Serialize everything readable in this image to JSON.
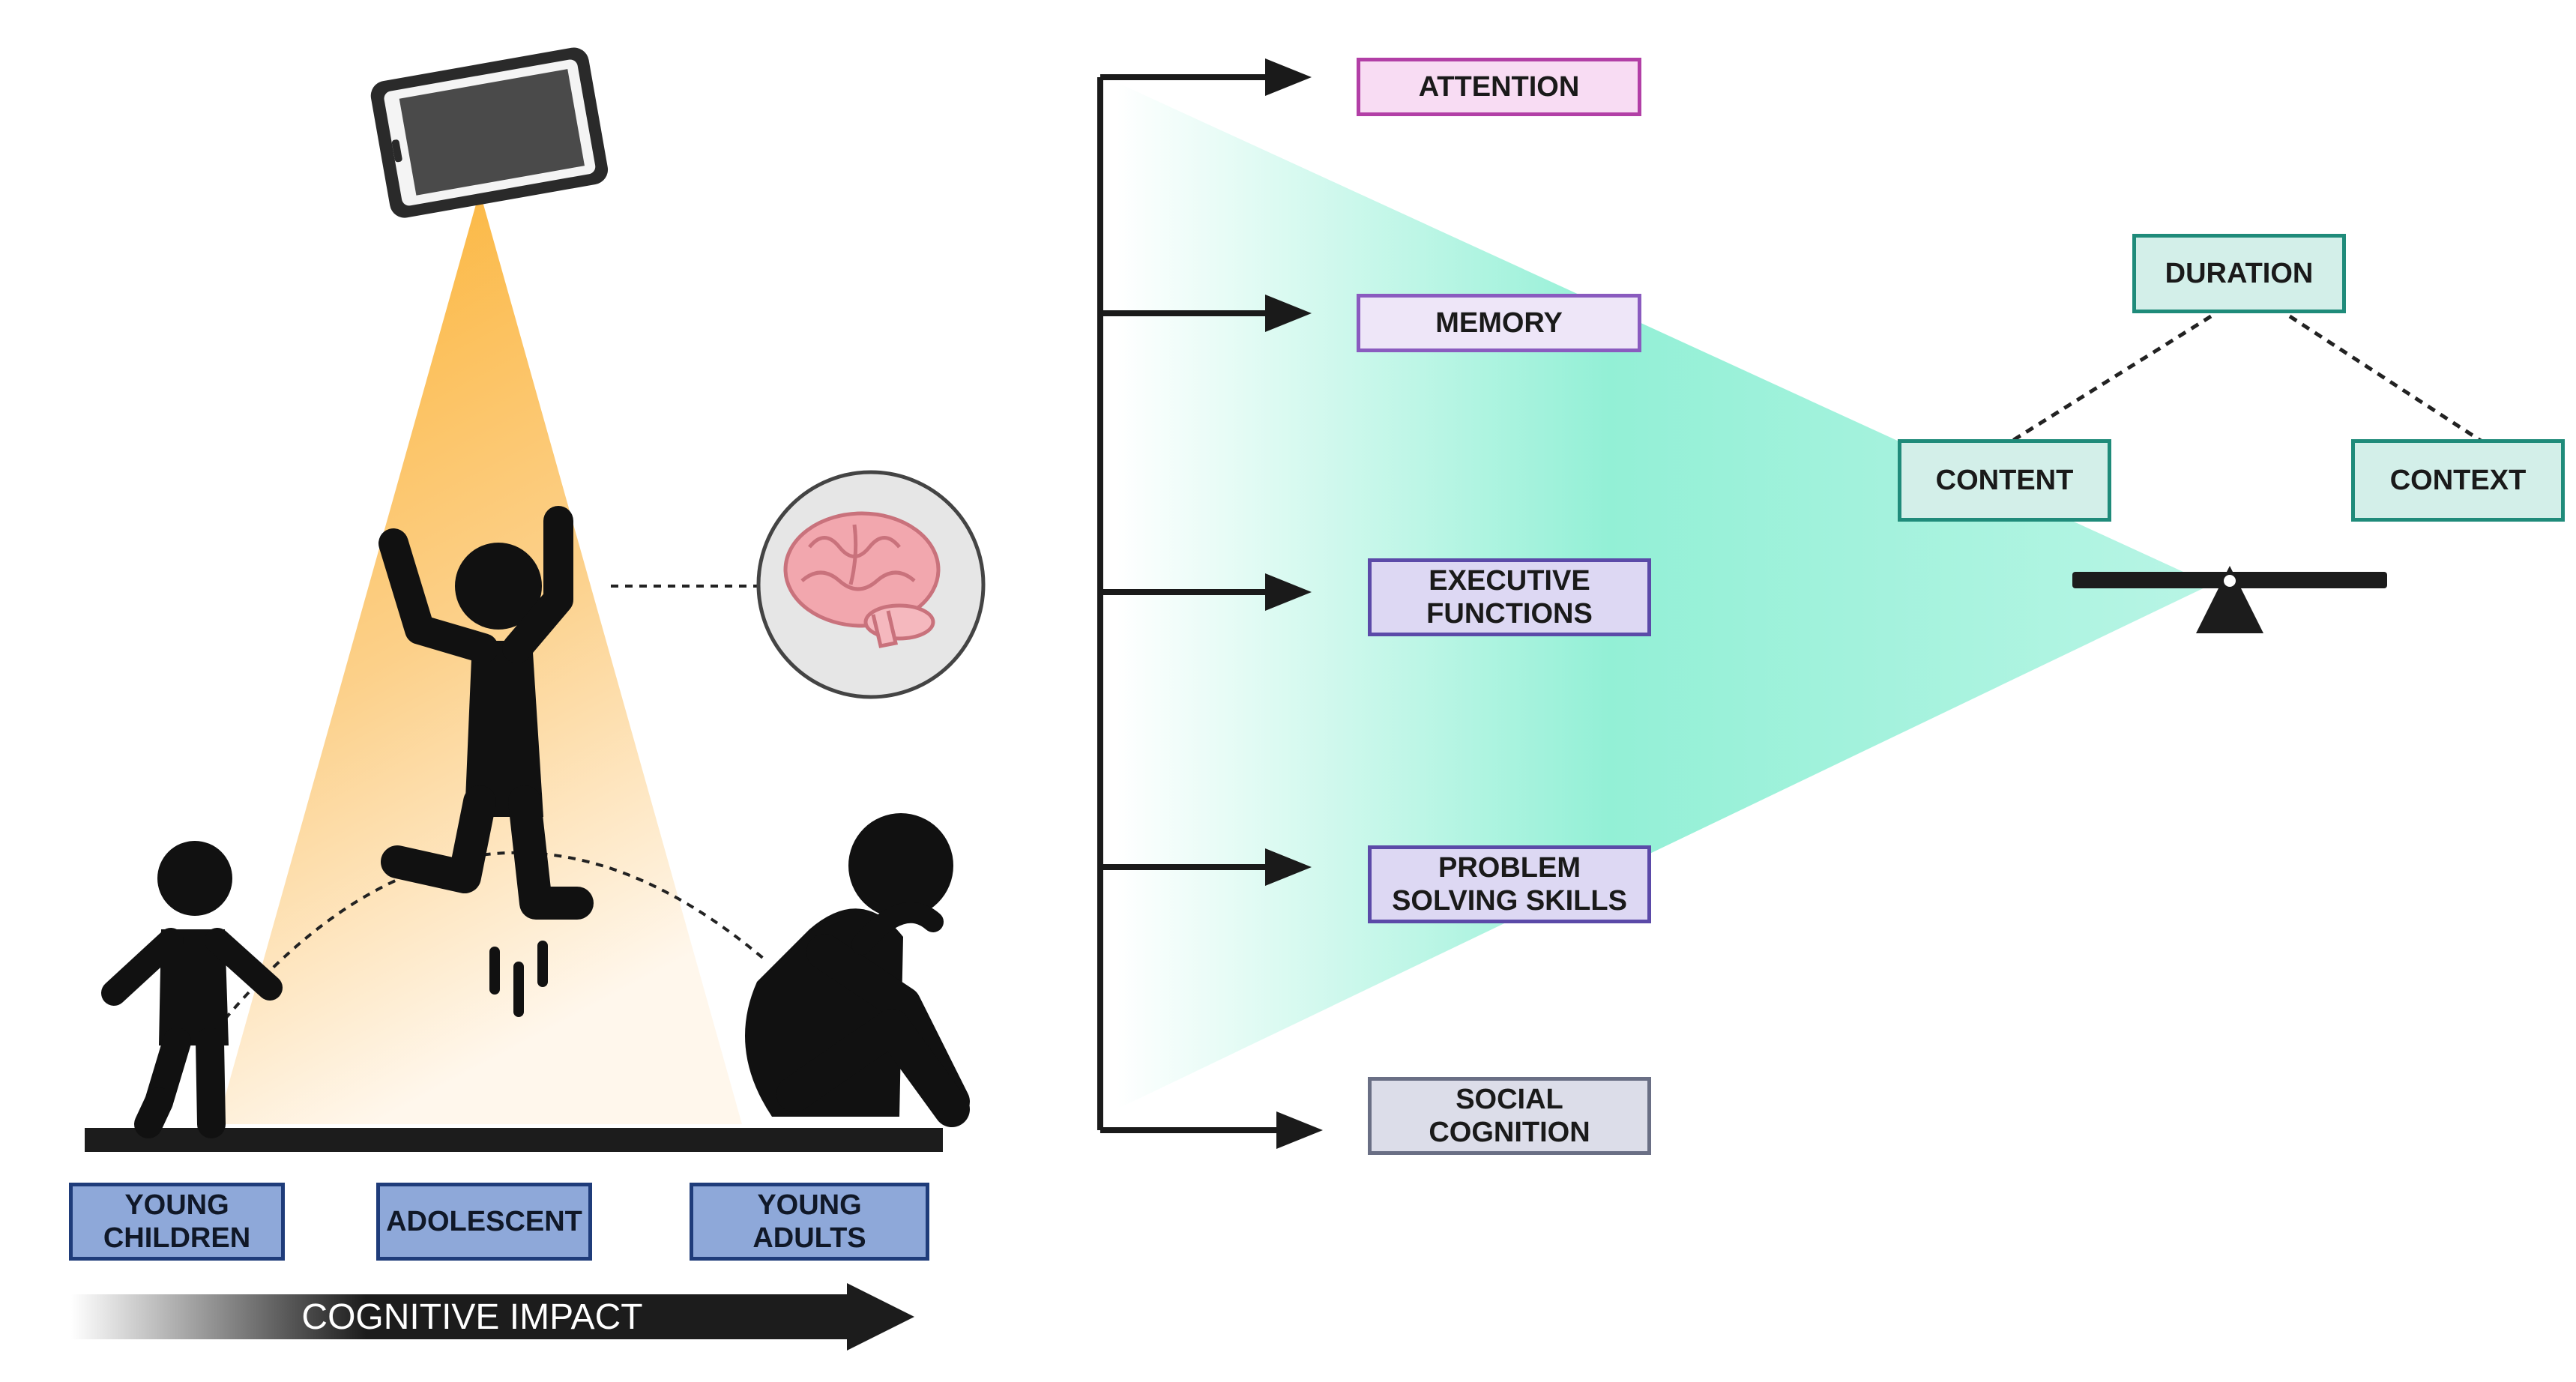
{
  "outcomes": [
    {
      "key": "attention",
      "label": "ATTENTION"
    },
    {
      "key": "memory",
      "label": "MEMORY"
    },
    {
      "key": "executive",
      "label": "EXECUTIVE\nFUNCTIONS"
    },
    {
      "key": "problem",
      "label": "PROBLEM\nSOLVING SKILLS"
    },
    {
      "key": "social",
      "label": "SOCIAL\nCOGNITION"
    }
  ],
  "factors": {
    "duration": "DURATION",
    "content": "CONTENT",
    "context": "CONTEXT"
  },
  "age_groups": [
    {
      "key": "young-children",
      "label": "YOUNG\nCHILDREN"
    },
    {
      "key": "adolescent",
      "label": "ADOLESCENT"
    },
    {
      "key": "young-adults",
      "label": "YOUNG\nADULTS"
    }
  ],
  "impact_arrow": "COGNITIVE IMPACT",
  "icons": [
    "tablet-icon",
    "brain-icon",
    "child-icon",
    "adolescent-jumping-icon",
    "young-adult-sitting-icon",
    "balance-scale-icon"
  ],
  "colors": {
    "light_cone": "#fbb232",
    "teal_cone": "#93f0d6",
    "brain": "#f2a7ae",
    "figure": "#111111"
  }
}
